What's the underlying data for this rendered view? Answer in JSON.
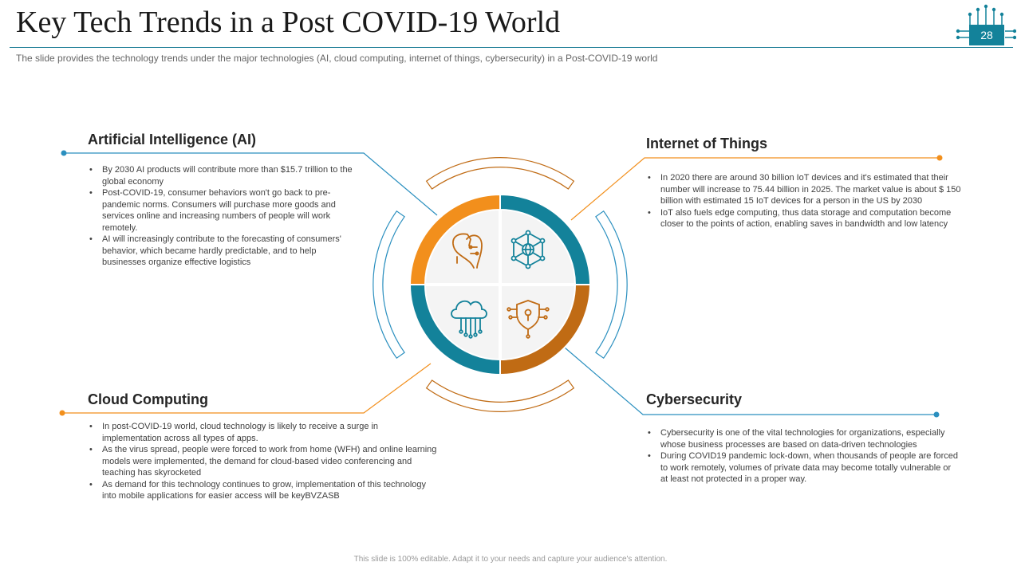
{
  "title": "Key Tech Trends in a Post COVID-19 World",
  "subtitle": "The slide provides  the technology trends under the major technologies (AI, cloud computing, internet of things, cybersecurity) in a Post-COVID-19  world",
  "page_number": "28",
  "footer": "This slide is 100% editable. Adapt it to your needs and capture your audience's attention.",
  "colors": {
    "teal": "#13829a",
    "orange": "#f28f1c",
    "brown": "#c06b14",
    "blue_line": "#2a8fbf"
  },
  "sections": {
    "ai": {
      "title": "Artificial Intelligence (AI)",
      "bullets": [
        "By 2030 AI  products will contribute more than $15.7 trillion to the global economy",
        "Post-COVID-19, consumer behaviors won't go back to pre-pandemic norms. Consumers will purchase more goods and services online and increasing numbers of people will work remotely.",
        "AI  will increasingly contribute to the forecasting of consumers' behavior, which became hardly predictable, and to  help businesses organize effective logistics"
      ]
    },
    "iot": {
      "title": "Internet of Things",
      "bullets": [
        "In 2020 there are around 30 billion IoT devices and it's estimated that their number will increase to 75.44 billion in 2025. The market value is about $ 150 billion with estimated 15 IoT devices for a person in the US by 2030",
        "IoT also fuels edge computing, thus data storage and computation become closer to the points of action, enabling saves in bandwidth and low latency"
      ]
    },
    "cloud": {
      "title": "Cloud Computing",
      "bullets": [
        "In post-COVID-19 world, cloud technology is likely to receive a surge in implementation across all types of apps.",
        "As the virus spread, people were forced to work from home (WFH) and online learning models were implemented, the demand for cloud-based video conferencing and teaching has skyrocketed",
        "As demand for this technology continues to grow, implementation of this technology into mobile applications for easier access will be keyBVZASB"
      ]
    },
    "cyber": {
      "title": "Cybersecurity",
      "bullets": [
        "Cybersecurity is one of the vital technologies for organizations, especially whose business processes are based on data-driven technologies",
        "During COVID19 pandemic lock-down, when thousands of people are forced to work remotely, volumes of private data may become totally vulnerable or at least not protected in a proper way."
      ]
    }
  },
  "icons": {
    "ai": "ai-head-icon",
    "iot": "network-globe-icon",
    "cloud": "cloud-circuit-icon",
    "cyber": "shield-lock-icon",
    "chip": "circuit-chip-icon"
  }
}
